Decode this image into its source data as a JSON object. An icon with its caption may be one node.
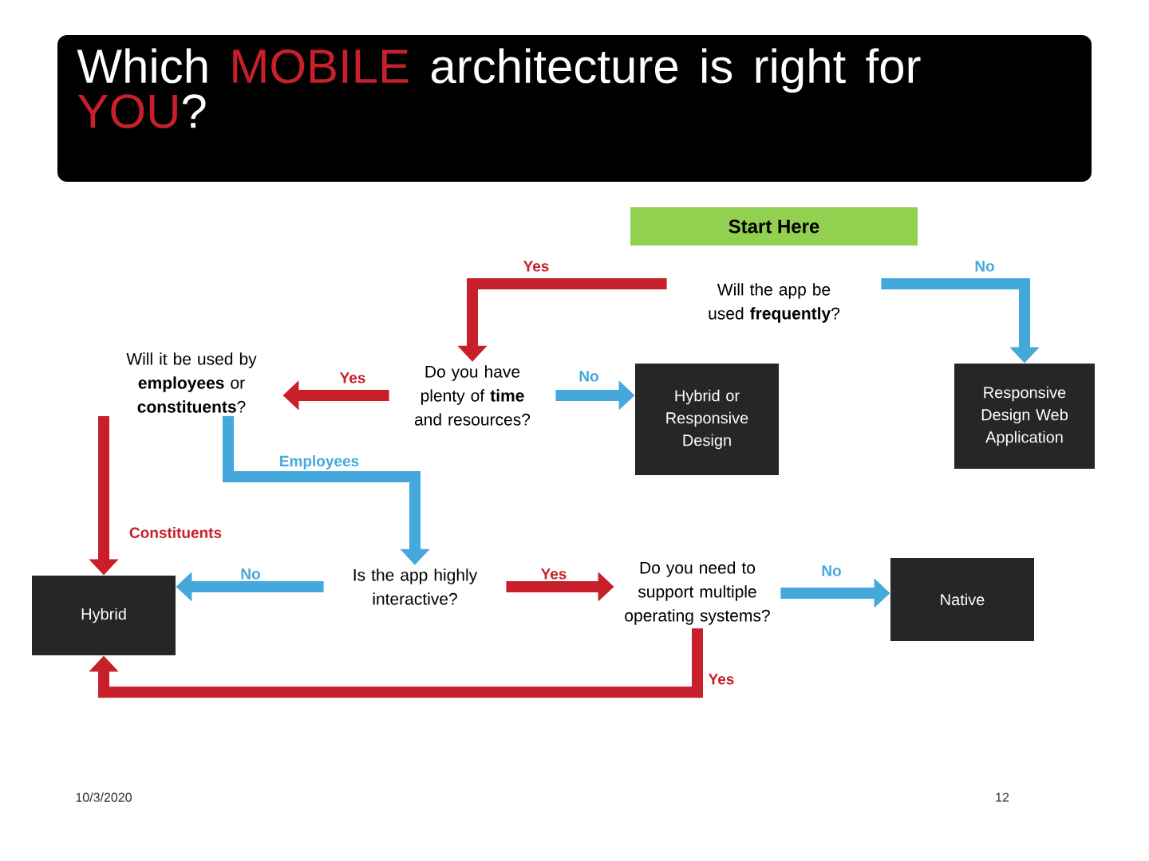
{
  "diagram": {
    "title": "Which **MOBILE** architecture is right for **YOU**?",
    "nodes": [
      {
        "text": [
          "Start Here"
        ]
      },
      {
        "text": [
          "Will the app be used **frequently**?"
        ]
      },
      {
        "text": [
          "Do you have plenty of **time** and resources?"
        ]
      },
      {
        "text": [
          "Will it be used by **employees** or **constituents**?"
        ]
      },
      {
        "text": [
          "Hybrid or Responsive Design"
        ]
      },
      {
        "text": [
          "Responsive Design Web Application"
        ]
      },
      {
        "text": [
          "Hybrid"
        ]
      },
      {
        "text": [
          "Is the app highly interactive?"
        ]
      },
      {
        "text": [
          "Do you need to support multiple operating systems?"
        ]
      },
      {
        "text": [
          "Native"
        ]
      }
    ],
    "edges": [
      {
        "from": 1,
        "to": 2,
        "arrow": "to",
        "label": "Yes",
        "color": "#c8202a"
      },
      {
        "from": 1,
        "to": 5,
        "arrow": "to",
        "label": "No",
        "color": "#45a8dc"
      },
      {
        "from": 2,
        "to": 3,
        "arrow": "to",
        "label": "Yes",
        "color": "#c8202a"
      },
      {
        "from": 2,
        "to": 4,
        "arrow": "to",
        "label": "No",
        "color": "#45a8dc"
      },
      {
        "from": 3,
        "to": 6,
        "arrow": "to",
        "label": "Constituents",
        "color": "#c8202a"
      },
      {
        "from": 3,
        "to": 7,
        "arrow": "to",
        "label": "Employees",
        "color": "#45a8dc"
      },
      {
        "from": 7,
        "to": 6,
        "arrow": "to",
        "label": "No",
        "color": "#45a8dc"
      },
      {
        "from": 7,
        "to": 8,
        "arrow": "to",
        "label": "Yes",
        "color": "#c8202a"
      },
      {
        "from": 8,
        "to": 9,
        "arrow": "to",
        "label": "No",
        "color": "#45a8dc"
      },
      {
        "from": 8,
        "to": 6,
        "arrow": "to",
        "label": "Yes",
        "color": "#c8202a"
      }
    ],
    "labels": [
      "10/3/2020",
      "12"
    ]
  }
}
